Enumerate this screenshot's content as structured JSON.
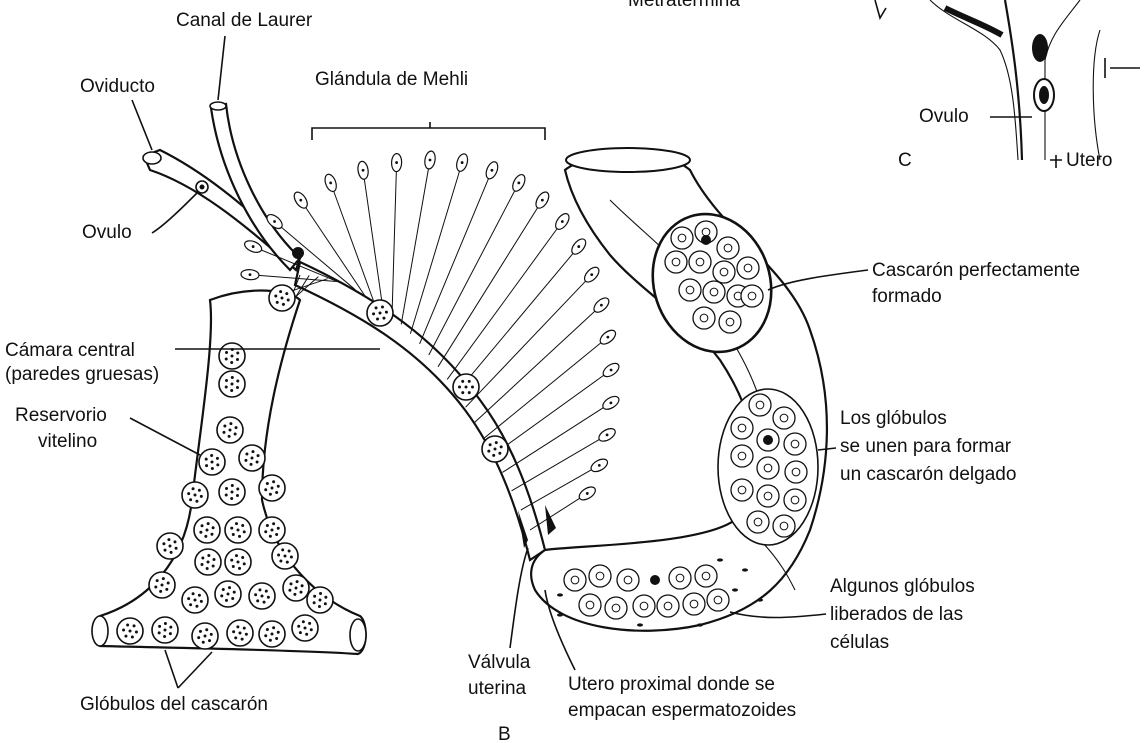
{
  "figure_label": "B",
  "inset": {
    "label": "C",
    "top_text": "Metratermina",
    "ovulo": "Ovulo",
    "utero": "Utero"
  },
  "labels": {
    "canal_laurer": "Canal de Laurer",
    "oviducto": "Oviducto",
    "glandula_mehli": "Glándula de Mehli",
    "ovulo": "Ovulo",
    "camara_central_1": "Cámara central",
    "camara_central_2": "(paredes gruesas)",
    "reservorio_1": "Reservorio",
    "reservorio_2": "vitelino",
    "globulos_cascaron": "Glóbulos del cascarón",
    "valvula_1": "Válvula",
    "valvula_2": "uterina",
    "utero_proximal_1": "Utero proximal donde se",
    "utero_proximal_2": "empacan espermatozoides",
    "cascaron_perfecto_1": "Cascarón perfectamente",
    "cascaron_perfecto_2": "formado",
    "globulos_unen_1": "Los glóbulos",
    "globulos_unen_2": "se unen para formar",
    "globulos_unen_3": "un cascarón delgado",
    "algunos_1": "Algunos glóbulos",
    "algunos_2": "liberados de las",
    "algunos_3": "células"
  }
}
